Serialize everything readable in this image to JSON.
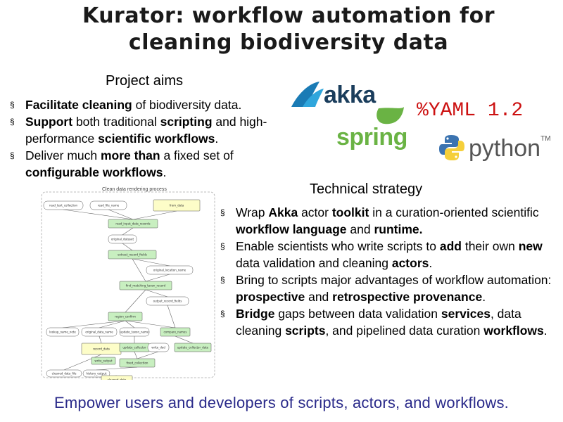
{
  "slide": {
    "title_line1": "Kurator: workflow automation for",
    "title_line2": "cleaning biodiversity data",
    "aims_heading": "Project aims",
    "strategy_heading": "Technical strategy",
    "tagline": "Empower users and developers of scripts, actors, and workflows."
  },
  "aims": [
    [
      {
        "t": "Facilitate cleaning",
        "b": true
      },
      {
        "t": " of biodiversity data.",
        "b": false
      }
    ],
    [
      {
        "t": "Support",
        "b": true
      },
      {
        "t": " both traditional ",
        "b": false
      },
      {
        "t": "scripting",
        "b": true
      },
      {
        "t": " and high-performance ",
        "b": false
      },
      {
        "t": "scientific workflows",
        "b": true
      },
      {
        "t": ".",
        "b": false
      }
    ],
    [
      {
        "t": "Deliver much ",
        "b": false
      },
      {
        "t": "more than",
        "b": true
      },
      {
        "t": " a fixed set of ",
        "b": false
      },
      {
        "t": "configurable workflows",
        "b": true
      },
      {
        "t": ".",
        "b": false
      }
    ]
  ],
  "strategy": [
    [
      {
        "t": "Wrap ",
        "b": false
      },
      {
        "t": "Akka",
        "b": true
      },
      {
        "t": " actor ",
        "b": false
      },
      {
        "t": "toolkit",
        "b": true
      },
      {
        "t": " in a curation-oriented scientific ",
        "b": false
      },
      {
        "t": "workflow language",
        "b": true
      },
      {
        "t": " and ",
        "b": false
      },
      {
        "t": "runtime.",
        "b": true
      }
    ],
    [
      {
        "t": "Enable scientists who write scripts to ",
        "b": false
      },
      {
        "t": "add",
        "b": true
      },
      {
        "t": " their own ",
        "b": false
      },
      {
        "t": "new",
        "b": true
      },
      {
        "t": " data validation and cleaning ",
        "b": false
      },
      {
        "t": "actors",
        "b": true
      },
      {
        "t": ".",
        "b": false
      }
    ],
    [
      {
        "t": "Bring to scripts major advantages of workflow automation:  ",
        "b": false
      },
      {
        "t": "prospective",
        "b": true
      },
      {
        "t": " and ",
        "b": false
      },
      {
        "t": "retrospective provenance",
        "b": true
      },
      {
        "t": ".",
        "b": false
      }
    ],
    [
      {
        "t": "Bridge",
        "b": true
      },
      {
        "t": " gaps between data validation ",
        "b": false
      },
      {
        "t": "services",
        "b": true
      },
      {
        "t": ", data cleaning ",
        "b": false
      },
      {
        "t": "scripts",
        "b": true
      },
      {
        "t": ", and pipelined data curation ",
        "b": false
      },
      {
        "t": "workflows",
        "b": true
      },
      {
        "t": ".",
        "b": false
      }
    ]
  ],
  "bullet_glyph": "§",
  "logos": {
    "akka": "akka",
    "yaml": "%YAML 1.2",
    "spring": "spring",
    "python": "python",
    "python_tm": "TM",
    "akka_color": "#1a3d5c",
    "spring_color": "#6ab344",
    "yaml_color": "#cc1111",
    "python_blue": "#3b73b0",
    "python_yellow": "#f5cf3a"
  },
  "colors": {
    "tagline": "#2a2a8a",
    "diagram_node_green": "#c8efc0",
    "diagram_node_yellow": "#fdfdc8"
  },
  "diagram": {
    "caption": "Clean data rendering process",
    "nodes": [
      {
        "label": "read_text_collection",
        "kind": "white"
      },
      {
        "label": "read_file_name",
        "kind": "white"
      },
      {
        "label": "from_data",
        "kind": "yellow"
      },
      {
        "label": "read_input_data_records",
        "kind": "green"
      },
      {
        "label": "original_dataset",
        "kind": "white"
      },
      {
        "label": "extract_record_fields",
        "kind": "green"
      },
      {
        "label": "original_location_name",
        "kind": "white"
      },
      {
        "label": "find_matching_taxon_record",
        "kind": "green"
      },
      {
        "label": "output_record_fields",
        "kind": "white"
      },
      {
        "label": "region_confirm",
        "kind": "green"
      },
      {
        "label": "lookup_name_note",
        "kind": "white"
      },
      {
        "label": "original_data_name",
        "kind": "white"
      },
      {
        "label": "update_taxon_name",
        "kind": "white"
      },
      {
        "label": "compare_names",
        "kind": "green"
      },
      {
        "label": "record_data",
        "kind": "yellow"
      },
      {
        "label": "update_collector",
        "kind": "green"
      },
      {
        "label": "write_ded",
        "kind": "white"
      },
      {
        "label": "update_collector_date",
        "kind": "green"
      },
      {
        "label": "fixed_collection",
        "kind": "green"
      },
      {
        "label": "cleaned_data_file",
        "kind": "white"
      },
      {
        "label": "history_output",
        "kind": "white"
      },
      {
        "label": "write_output",
        "kind": "green"
      },
      {
        "label": "cleaned_data",
        "kind": "yellow"
      }
    ]
  }
}
